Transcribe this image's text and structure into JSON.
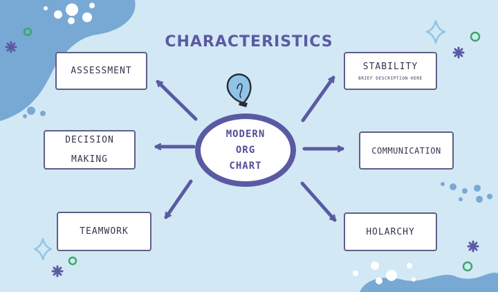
{
  "title": "CHARACTERISTICS",
  "center": {
    "lines": [
      "MODERN",
      "ORG",
      "CHART"
    ]
  },
  "boxes": {
    "assessment": {
      "label": "ASSESSMENT"
    },
    "decision": {
      "line1": "DECISION",
      "line2": "MAKING"
    },
    "teamwork": {
      "label": "TEAMWORK"
    },
    "stability": {
      "label": "STABILITY",
      "sub": "BRIEF DESCRIPTION HERE"
    },
    "communication": {
      "label": "COMMUNICATION"
    },
    "holarchy": {
      "label": "HOLARCHY"
    }
  },
  "colors": {
    "background": "#d3e8f5",
    "accent": "#5a5aa3",
    "blob": "#78a9d4",
    "bulb": "#8fc4e6",
    "dot_green": "#3aa86a"
  },
  "icons": [
    "lightbulb-icon",
    "sparkle-icon",
    "star-icon"
  ]
}
